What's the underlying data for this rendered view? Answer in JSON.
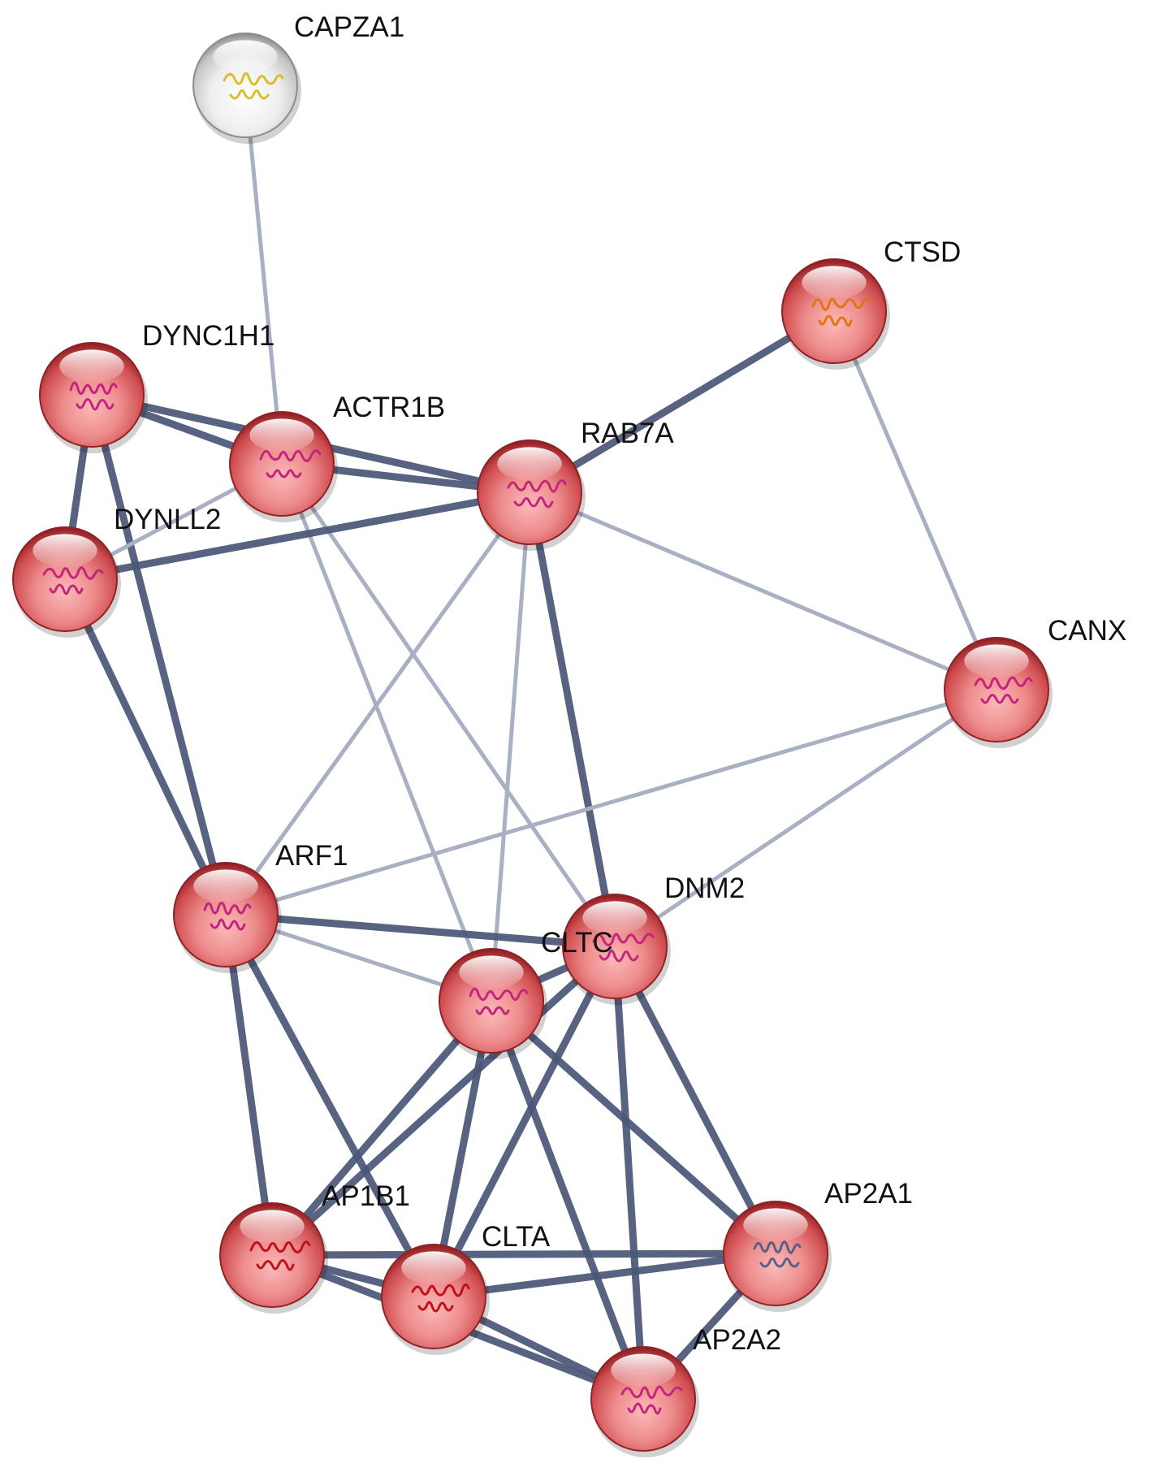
{
  "network": {
    "colors": {
      "strong_edge": "#4a5676",
      "weak_edge": "#a9b0c4",
      "node_red": "#d45a5c",
      "node_red_dark": "#8e2224",
      "node_red_light": "#f7aeae",
      "node_grey": "#e4e4e4",
      "node_grey_dark": "#8c8c8c",
      "glyph_magenta": "#c4257c",
      "glyph_red": "#c0101a",
      "glyph_orange": "#e0760f",
      "glyph_yellow": "#d9bd2a",
      "glyph_navy": "#5a5f86"
    },
    "nodes": [
      {
        "id": "CAPZA1",
        "label": "CAPZA1",
        "color": "grey",
        "icon": "protein-structure-yellow-icon"
      },
      {
        "id": "CTSD",
        "label": "CTSD",
        "color": "red",
        "icon": "protein-structure-orange-icon"
      },
      {
        "id": "DYNC1H1",
        "label": "DYNC1H1",
        "color": "red",
        "icon": "protein-structure-magenta-icon"
      },
      {
        "id": "ACTR1B",
        "label": "ACTR1B",
        "color": "red",
        "icon": "protein-structure-magenta-icon"
      },
      {
        "id": "RAB7A",
        "label": "RAB7A",
        "color": "red",
        "icon": "protein-structure-magenta-icon"
      },
      {
        "id": "DYNLL2",
        "label": "DYNLL2",
        "color": "red",
        "icon": "protein-structure-magenta-icon"
      },
      {
        "id": "CANX",
        "label": "CANX",
        "color": "red",
        "icon": "protein-structure-magenta-icon"
      },
      {
        "id": "ARF1",
        "label": "ARF1",
        "color": "red",
        "icon": "protein-structure-magenta-icon"
      },
      {
        "id": "DNM2",
        "label": "DNM2",
        "color": "red",
        "icon": "protein-structure-magenta-icon"
      },
      {
        "id": "CLTC",
        "label": "CLTC",
        "color": "red",
        "icon": "protein-structure-magenta-icon"
      },
      {
        "id": "AP1B1",
        "label": "AP1B1",
        "color": "red",
        "icon": "protein-structure-red-icon"
      },
      {
        "id": "CLTA",
        "label": "CLTA",
        "color": "red",
        "icon": "protein-structure-red-icon"
      },
      {
        "id": "AP2A1",
        "label": "AP2A1",
        "color": "red",
        "icon": "protein-structure-navy-icon"
      },
      {
        "id": "AP2A2",
        "label": "AP2A2",
        "color": "red",
        "icon": "protein-structure-magenta-icon"
      }
    ],
    "edges": [
      {
        "source": "CAPZA1",
        "target": "ACTR1B",
        "strength": "weak"
      },
      {
        "source": "CTSD",
        "target": "RAB7A",
        "strength": "strong"
      },
      {
        "source": "CTSD",
        "target": "CANX",
        "strength": "weak"
      },
      {
        "source": "DYNC1H1",
        "target": "ACTR1B",
        "strength": "strong"
      },
      {
        "source": "DYNC1H1",
        "target": "RAB7A",
        "strength": "strong"
      },
      {
        "source": "DYNC1H1",
        "target": "DYNLL2",
        "strength": "strong"
      },
      {
        "source": "DYNC1H1",
        "target": "ARF1",
        "strength": "strong"
      },
      {
        "source": "ACTR1B",
        "target": "RAB7A",
        "strength": "strong"
      },
      {
        "source": "ACTR1B",
        "target": "DYNLL2",
        "strength": "weak"
      },
      {
        "source": "ACTR1B",
        "target": "CLTC",
        "strength": "weak"
      },
      {
        "source": "ACTR1B",
        "target": "DNM2",
        "strength": "weak"
      },
      {
        "source": "DYNLL2",
        "target": "RAB7A",
        "strength": "strong"
      },
      {
        "source": "DYNLL2",
        "target": "ARF1",
        "strength": "strong"
      },
      {
        "source": "RAB7A",
        "target": "CANX",
        "strength": "weak"
      },
      {
        "source": "RAB7A",
        "target": "ARF1",
        "strength": "weak"
      },
      {
        "source": "RAB7A",
        "target": "CLTC",
        "strength": "weak"
      },
      {
        "source": "RAB7A",
        "target": "DNM2",
        "strength": "strong"
      },
      {
        "source": "CANX",
        "target": "ARF1",
        "strength": "weak"
      },
      {
        "source": "CANX",
        "target": "DNM2",
        "strength": "weak"
      },
      {
        "source": "ARF1",
        "target": "DNM2",
        "strength": "strong"
      },
      {
        "source": "ARF1",
        "target": "CLTC",
        "strength": "weak"
      },
      {
        "source": "ARF1",
        "target": "AP1B1",
        "strength": "strong"
      },
      {
        "source": "ARF1",
        "target": "CLTA",
        "strength": "strong"
      },
      {
        "source": "CLTC",
        "target": "DNM2",
        "strength": "strong"
      },
      {
        "source": "CLTC",
        "target": "AP1B1",
        "strength": "strong"
      },
      {
        "source": "CLTC",
        "target": "CLTA",
        "strength": "strong"
      },
      {
        "source": "CLTC",
        "target": "AP2A1",
        "strength": "strong"
      },
      {
        "source": "CLTC",
        "target": "AP2A2",
        "strength": "strong"
      },
      {
        "source": "DNM2",
        "target": "AP1B1",
        "strength": "strong"
      },
      {
        "source": "DNM2",
        "target": "CLTA",
        "strength": "strong"
      },
      {
        "source": "DNM2",
        "target": "AP2A1",
        "strength": "strong"
      },
      {
        "source": "DNM2",
        "target": "AP2A2",
        "strength": "strong"
      },
      {
        "source": "AP1B1",
        "target": "CLTA",
        "strength": "strong"
      },
      {
        "source": "AP1B1",
        "target": "AP2A1",
        "strength": "strong"
      },
      {
        "source": "AP1B1",
        "target": "AP2A2",
        "strength": "strong"
      },
      {
        "source": "CLTA",
        "target": "AP2A1",
        "strength": "strong"
      },
      {
        "source": "CLTA",
        "target": "AP2A2",
        "strength": "strong"
      },
      {
        "source": "AP2A1",
        "target": "AP2A2",
        "strength": "strong"
      }
    ]
  }
}
